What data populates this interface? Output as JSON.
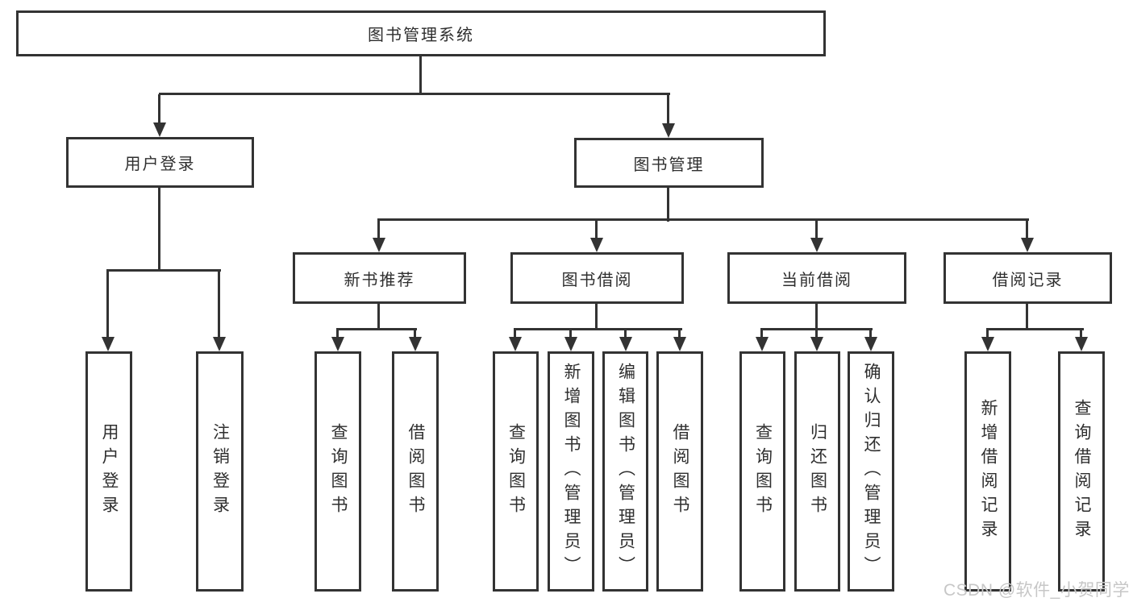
{
  "tree": {
    "root": {
      "label": "图书管理系统",
      "children": [
        {
          "label": "用户登录",
          "children": [
            {
              "label": "用户登录"
            },
            {
              "label": "注销登录"
            }
          ]
        },
        {
          "label": "图书管理",
          "children": [
            {
              "label": "新书推荐",
              "children": [
                {
                  "label": "查询图书"
                },
                {
                  "label": "借阅图书"
                }
              ]
            },
            {
              "label": "图书借阅",
              "children": [
                {
                  "label": "查询图书"
                },
                {
                  "label": "新增图书（管理员）"
                },
                {
                  "label": "编辑图书（管理员）"
                },
                {
                  "label": "借阅图书"
                }
              ]
            },
            {
              "label": "当前借阅",
              "children": [
                {
                  "label": "查询图书"
                },
                {
                  "label": "归还图书"
                },
                {
                  "label": "确认归还（管理员）"
                }
              ]
            },
            {
              "label": "借阅记录",
              "children": [
                {
                  "label": "新增借阅记录"
                },
                {
                  "label": "查询借阅记录"
                }
              ]
            }
          ]
        }
      ]
    }
  },
  "watermark": {
    "text": "CSDN @软件_小贺同学"
  },
  "colors": {
    "line": "#333333",
    "text": "#2f2f2f",
    "background": "#ffffff",
    "watermark": "#c7c7c7"
  }
}
